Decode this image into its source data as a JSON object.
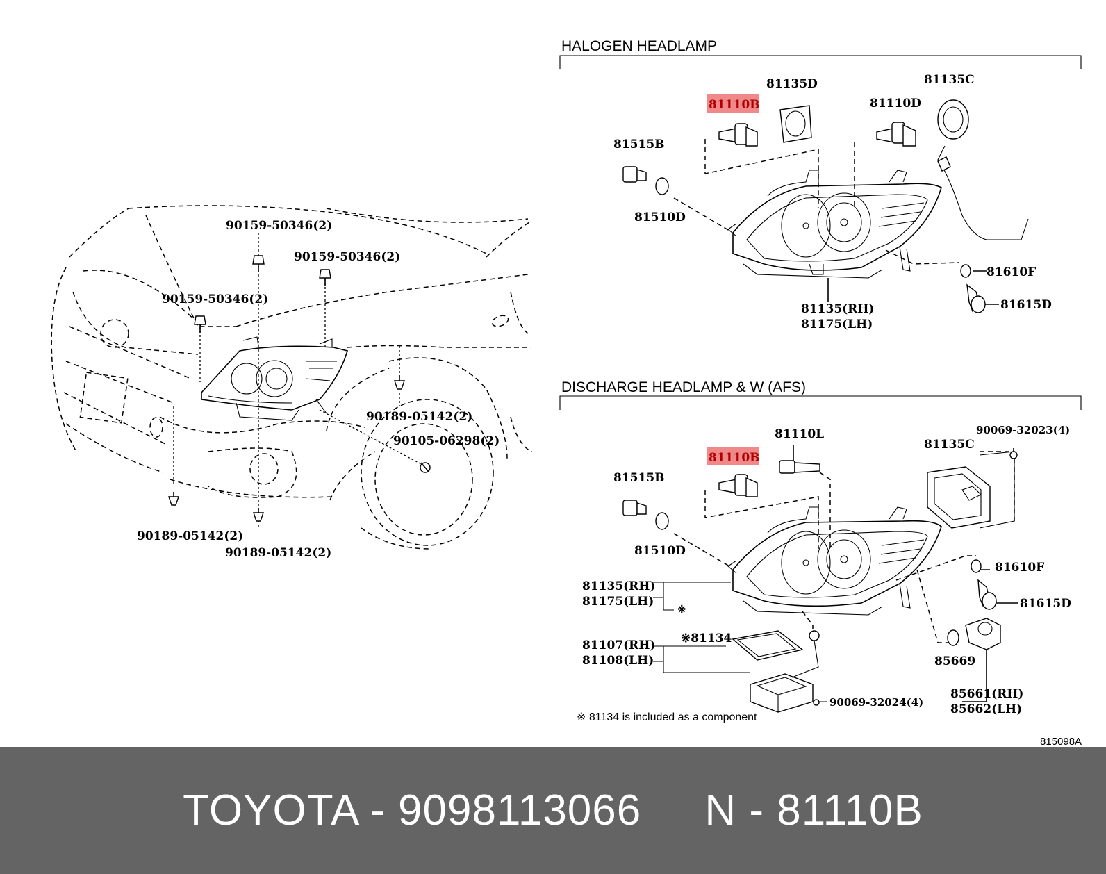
{
  "sections": {
    "halogen_title": "HALOGEN HEADLAMP",
    "discharge_title": "DISCHARGE HEADLAMP & W (AFS)"
  },
  "vehicle_labels": {
    "bolt_top_1": "90159-50346(2)",
    "bolt_top_2": "90159-50346(2)",
    "bolt_top_3": "90159-50346(2)",
    "clip_right": "90189-05142(2)",
    "screw_right": "90105-06298(2)",
    "clip_bottom_left": "90189-05142(2)",
    "clip_bottom_center": "90189-05142(2)"
  },
  "halogen_labels": {
    "bulb_low_highlighted": "81110B",
    "cover_low": "81135D",
    "bulb_high": "81110D",
    "cover_high": "81135C",
    "socket_side": "81515B",
    "bulb_side": "81510D",
    "bulb_turn": "81610F",
    "socket_turn": "81615D",
    "unit_rh": "81135(RH)",
    "unit_lh": "81175(LH)"
  },
  "discharge_labels": {
    "bulb_highlighted": "81110B",
    "bulb_discharge": "81110L",
    "cover": "81135C",
    "cover_screw": "90069-32023(4)",
    "socket_side": "81515B",
    "bulb_side": "81510D",
    "bulb_turn": "81610F",
    "socket_turn": "81615D",
    "unit_rh": "81135(RH)",
    "unit_lh": "81175(LH)",
    "unit_mark": "※",
    "gasket": "※81134",
    "ballast_rh": "81107(RH)",
    "ballast_lh": "81108(LH)",
    "ballast_screw": "90069-32024(4)",
    "o_ring": "85669",
    "igniter_rh": "85661(RH)",
    "igniter_lh": "85662(LH)",
    "footnote": "※ 81134 is included as a component"
  },
  "diagram_code": "815098A",
  "footer": {
    "text": "TOYOTA - 9098113066     N - 81110B"
  },
  "colors": {
    "highlight_fill": "#f08a8a",
    "highlight_text": "#b00000",
    "footer_bg": "#646464",
    "footer_text": "#ffffff"
  }
}
